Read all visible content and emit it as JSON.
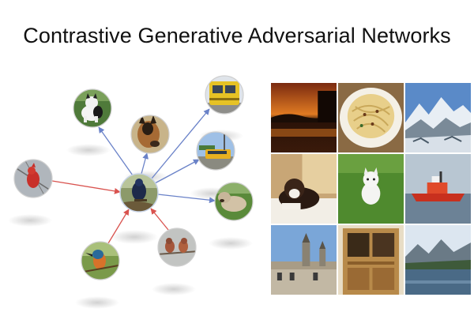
{
  "title": "Contrastive Generative Adversarial Networks",
  "diagram": {
    "center_node": {
      "image": "bird-blue-on-branch"
    },
    "outer_nodes": [
      {
        "image": "cat-black-white"
      },
      {
        "image": "dog-german-shepherd"
      },
      {
        "image": "yellow-train"
      },
      {
        "image": "yellow-bus"
      },
      {
        "image": "dog-lying"
      },
      {
        "image": "cardinal-bird-red"
      },
      {
        "image": "kingfisher-bird"
      },
      {
        "image": "small-birds-pair"
      }
    ],
    "outgoing_arrow_color": "#6a82c8",
    "incoming_arrow_color": "#d9534f"
  },
  "image_grid": {
    "rows": 3,
    "cols": 3,
    "images": [
      "sunset-lake",
      "spaghetti-plate",
      "snowy-mountains",
      "dog-on-bed",
      "white-puppy-on-grass",
      "red-boat",
      "cathedral-building",
      "wooden-cabinet",
      "mountain-lake"
    ]
  }
}
